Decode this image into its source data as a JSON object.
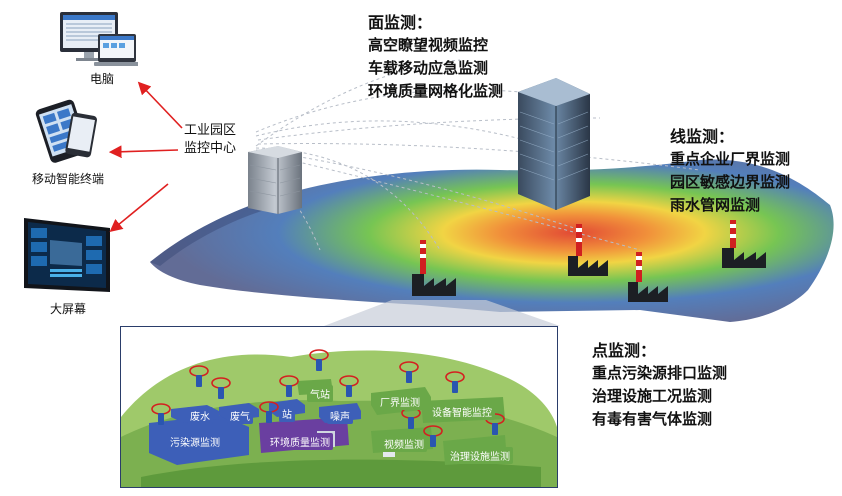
{
  "devices": {
    "pc_label": "电脑",
    "mobile_label": "移动智能终端",
    "screen_label": "大屏幕"
  },
  "center": {
    "line1": "工业园区",
    "line2": "监控中心"
  },
  "surface": {
    "title": "面监测：",
    "items": [
      "高空瞭望视频监控",
      "车载移动应急监测",
      "环境质量网格化监测"
    ]
  },
  "line_monitor": {
    "title": "线监测：",
    "items": [
      "重点企业厂界监测",
      "园区敏感边界监测",
      "雨水管网监测"
    ]
  },
  "point_monitor": {
    "title": "点监测：",
    "items": [
      "重点污染源排口监测",
      "治理设施工况监测",
      "有毒有害气体监测"
    ]
  },
  "inset_tags": {
    "waste_water": "废水",
    "waste_gas": "废气",
    "station": "站",
    "gas_station": "气站",
    "noise": "噪声",
    "boundary": "厂界监测",
    "smart_device": "设备智能监控",
    "pollution_src": "污染源监测",
    "env_quality": "环境质量监测",
    "video": "视频监测",
    "facility": "治理设施监测"
  },
  "colors": {
    "arrow": "#e02020",
    "ring": "#d42020",
    "map_blue": "#4a5fb0",
    "map_green": "#6fc24a",
    "map_yellow": "#f0d23a",
    "map_red": "#e0402a"
  }
}
